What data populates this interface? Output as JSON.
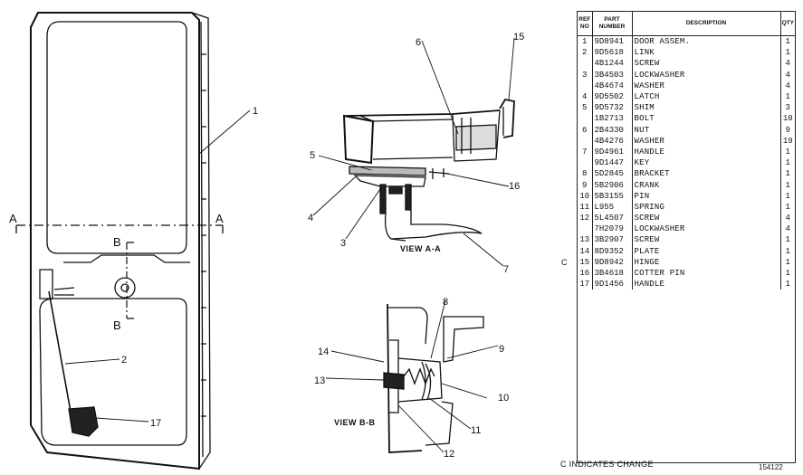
{
  "drawing": {
    "callouts": [
      "1",
      "2",
      "3",
      "4",
      "5",
      "6",
      "7",
      "8",
      "9",
      "10",
      "11",
      "12",
      "13",
      "14",
      "15",
      "16",
      "17"
    ],
    "section_marks": {
      "a": "A",
      "b": "B"
    },
    "view_labels": {
      "view_a": "VIEW A-A",
      "view_b": "VIEW B-B"
    }
  },
  "parts_list": {
    "headers": {
      "ref": "REF NO",
      "part": "PART NUMBER",
      "desc": "DESCRIPTION",
      "qty": "QTY"
    },
    "rows": [
      {
        "ref": "1",
        "part": "9D8941",
        "desc": "DOOR ASSEM.",
        "qty": "1"
      },
      {
        "ref": "2",
        "part": "9D5618",
        "desc": "LINK",
        "qty": "1"
      },
      {
        "ref": "",
        "part": "4B1244",
        "desc": "SCREW",
        "qty": "4"
      },
      {
        "ref": "3",
        "part": "3B4503",
        "desc": "LOCKWASHER",
        "qty": "4"
      },
      {
        "ref": "",
        "part": "4B4674",
        "desc": "WASHER",
        "qty": "4"
      },
      {
        "ref": "4",
        "part": "9D5502",
        "desc": "LATCH",
        "qty": "1"
      },
      {
        "ref": "5",
        "part": "9D5732",
        "desc": "SHIM",
        "qty": "3"
      },
      {
        "ref": "",
        "part": "1B2713",
        "desc": "BOLT",
        "qty": "10"
      },
      {
        "ref": "6",
        "part": "2B4330",
        "desc": "NUT",
        "qty": "9"
      },
      {
        "ref": "",
        "part": "4B4276",
        "desc": "WASHER",
        "qty": "19"
      },
      {
        "ref": "7",
        "part": "9D4961",
        "desc": "HANDLE",
        "qty": "1"
      },
      {
        "ref": "",
        "part": "9D1447",
        "desc": "KEY",
        "qty": "1"
      },
      {
        "ref": "8",
        "part": "5D2845",
        "desc": "BRACKET",
        "qty": "1"
      },
      {
        "ref": "9",
        "part": "5B2906",
        "desc": "CRANK",
        "qty": "1"
      },
      {
        "ref": "10",
        "part": "5B3155",
        "desc": "PIN",
        "qty": "1"
      },
      {
        "ref": "11",
        "part": "L955",
        "desc": "SPRING",
        "qty": "1"
      },
      {
        "ref": "12",
        "part": "5L4507",
        "desc": "SCREW",
        "qty": "4"
      },
      {
        "ref": "",
        "part": "7H2079",
        "desc": "LOCKWASHER",
        "qty": "4"
      },
      {
        "ref": "13",
        "part": "3B2907",
        "desc": "SCREW",
        "qty": "1"
      },
      {
        "ref": "14",
        "part": "8D9352",
        "desc": "PLATE",
        "qty": "1"
      },
      {
        "ref": "15",
        "part": "9D8942",
        "desc": "HINGE",
        "qty": "1"
      },
      {
        "ref": "16",
        "part": "3B4618",
        "desc": "COTTER PIN",
        "qty": "1"
      },
      {
        "ref": "17",
        "part": "9D1456",
        "desc": "HANDLE",
        "qty": "1"
      }
    ],
    "change_flag": "C",
    "change_note": "C INDICATES CHANGE",
    "drawing_number": "154122"
  }
}
